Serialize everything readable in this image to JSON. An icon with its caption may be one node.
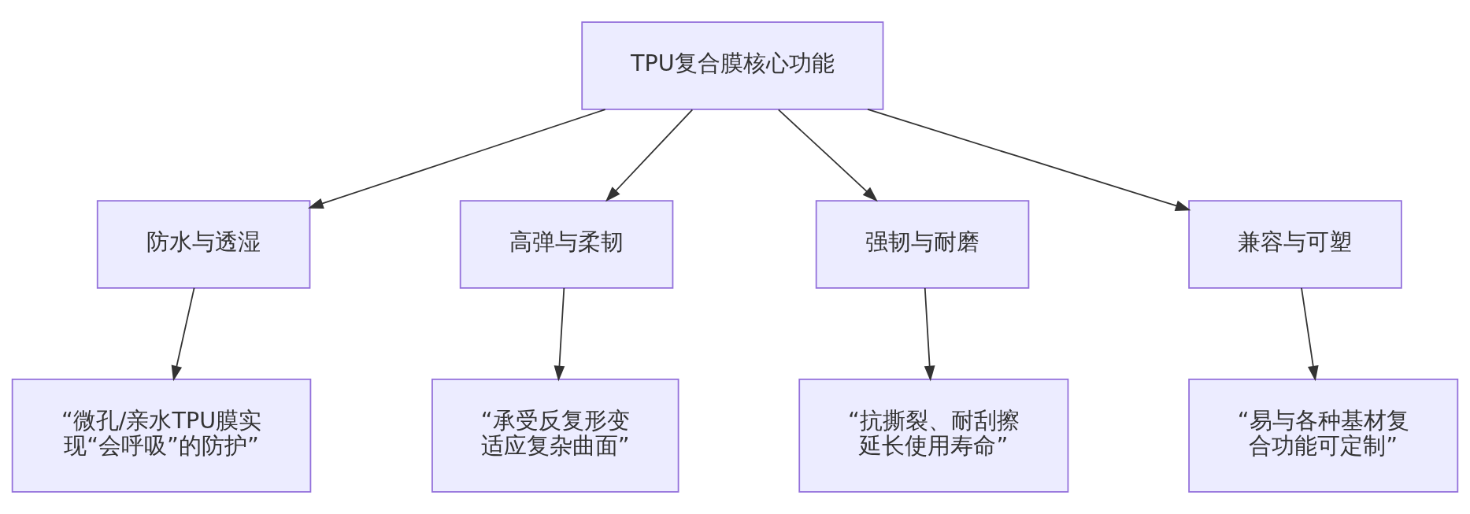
{
  "diagram": {
    "nodes": [
      {
        "text": [
          "TPU复合膜核心功能"
        ]
      },
      {
        "text": [
          "防水与透湿"
        ]
      },
      {
        "text": [
          "高弹与柔韧"
        ]
      },
      {
        "text": [
          "强韧与耐磨"
        ]
      },
      {
        "text": [
          "兼容与可塑"
        ]
      },
      {
        "text": [
          "“微孔/亲水TPU膜实现“会呼吸”的防护”"
        ]
      },
      {
        "text": [
          "“承受反复形变适应复杂曲面”"
        ]
      },
      {
        "text": [
          "“抗撕裂、耐刮擦延长使用寿命”"
        ]
      },
      {
        "text": [
          "“易与各种基材复合功能可定制”"
        ]
      }
    ],
    "edges": [
      {
        "from": 0,
        "to": 1,
        "arrow": "to"
      },
      {
        "from": 0,
        "to": 2,
        "arrow": "to"
      },
      {
        "from": 0,
        "to": 3,
        "arrow": "to"
      },
      {
        "from": 0,
        "to": 4,
        "arrow": "to"
      },
      {
        "from": 1,
        "to": 5,
        "arrow": "to"
      },
      {
        "from": 2,
        "to": 6,
        "arrow": "to"
      },
      {
        "from": 3,
        "to": 7,
        "arrow": "to"
      },
      {
        "from": 4,
        "to": 8,
        "arrow": "to"
      }
    ]
  }
}
